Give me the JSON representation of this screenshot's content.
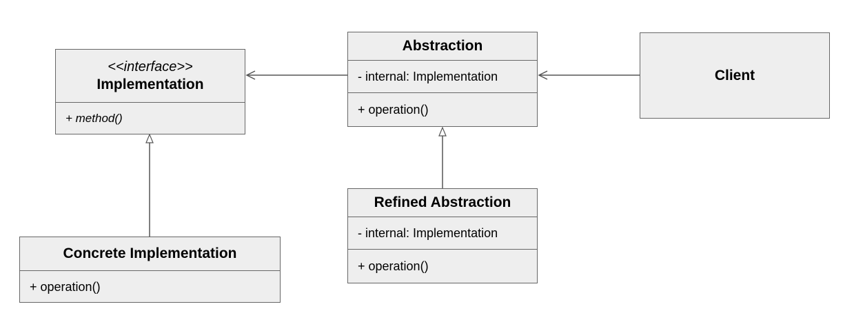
{
  "implementation": {
    "stereotype": "<<interface>>",
    "name": "Implementation",
    "methods": [
      "+ method()"
    ]
  },
  "abstraction": {
    "name": "Abstraction",
    "fields": [
      "- internal: Implementation"
    ],
    "methods": [
      "+ operation()"
    ]
  },
  "client": {
    "name": "Client"
  },
  "refined_abstraction": {
    "name": "Refined Abstraction",
    "fields": [
      "- internal: Implementation"
    ],
    "methods": [
      "+ operation()"
    ]
  },
  "concrete_implementation": {
    "name": "Concrete Implementation",
    "methods": [
      "+ operation()"
    ]
  },
  "colors": {
    "box_fill": "#eeeeee",
    "box_stroke": "#666666",
    "line": "#555555"
  }
}
